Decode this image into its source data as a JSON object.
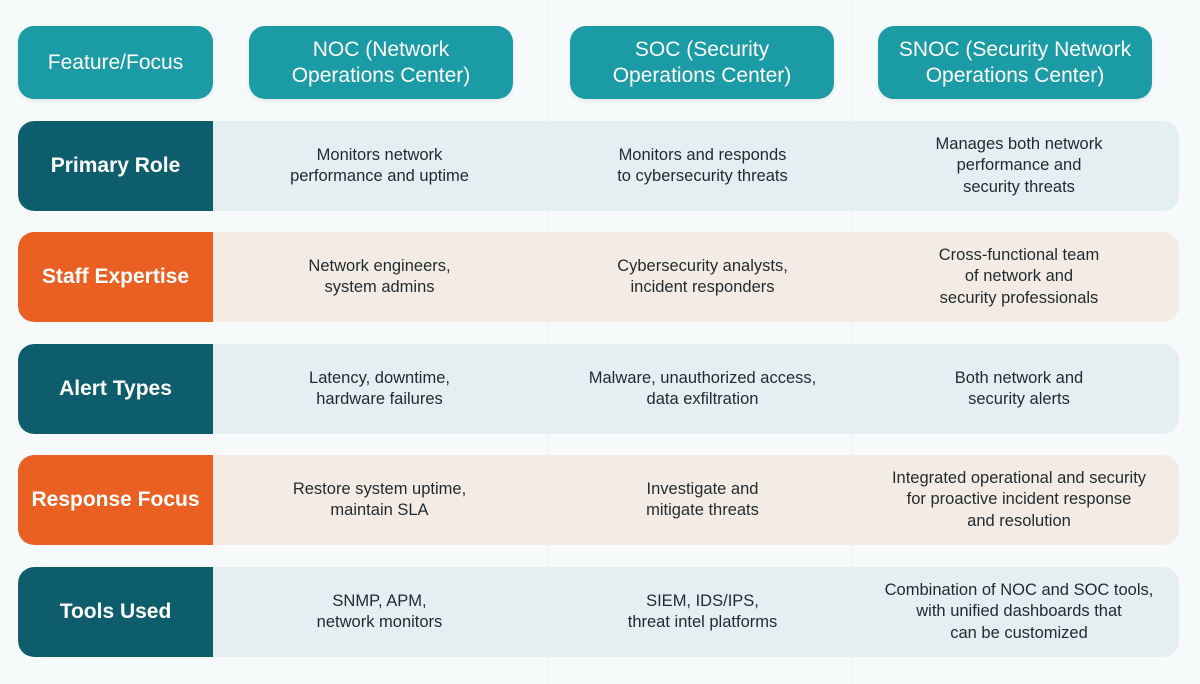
{
  "headers": [
    "Feature/Focus",
    "NOC (Network\nOperations Center)",
    "SOC (Security\nOperations Center)",
    "SNOC (Security Network\nOperations Center)"
  ],
  "rows": [
    {
      "label": "Primary Role",
      "noc": "Monitors network\nperformance and uptime",
      "soc": "Monitors and responds\nto cybersecurity threats",
      "snoc": "Manages both network\nperformance and\nsecurity threats"
    },
    {
      "label": "Staff Expertise",
      "noc": "Network engineers,\nsystem admins",
      "soc": "Cybersecurity analysts,\nincident responders",
      "snoc": "Cross-functional team\nof network and\nsecurity professionals"
    },
    {
      "label": "Alert Types",
      "noc": "Latency, downtime,\nhardware failures",
      "soc": "Malware, unauthorized access,\ndata exfiltration",
      "snoc": "Both network and\nsecurity alerts"
    },
    {
      "label": "Response Focus",
      "noc": "Restore system uptime,\nmaintain SLA",
      "soc": "Investigate and\nmitigate threats",
      "snoc": "Integrated operational and security\nfor proactive incident response\nand resolution"
    },
    {
      "label": "Tools Used",
      "noc": "SNMP, APM,\nnetwork monitors",
      "soc": "SIEM, IDS/IPS,\nthreat intel platforms",
      "snoc": "Combination of NOC and SOC tools,\nwith unified dashboards that\ncan be customized"
    }
  ],
  "colors": {
    "header": "#1a9ba6",
    "label_teal": "#0e5d6c",
    "label_orange": "#ea5f22",
    "body_teal": "#e3eff1",
    "body_orange": "#f4ece4"
  }
}
